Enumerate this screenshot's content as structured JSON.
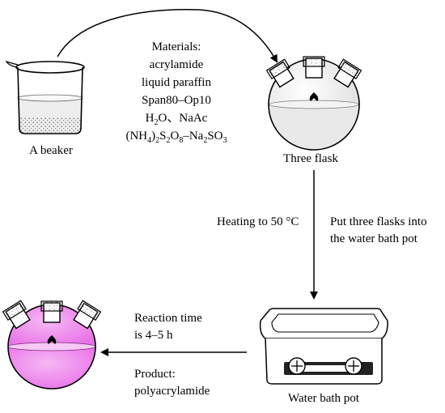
{
  "materials": {
    "title": "Materials:",
    "items": [
      "acrylamide",
      "liquid paraffin",
      "Span80–Op10"
    ],
    "water_salt": {
      "h": "H",
      "sub2": "2",
      "o": "O",
      "sep": "、",
      "naac": "NaAc"
    },
    "initiator": {
      "open": "(NH",
      "sub4": "4",
      "close": ")",
      "sub2a": "2",
      "s": "S",
      "sub2b": "2",
      "o": "O",
      "sub8": "8",
      "dash": "–Na",
      "sub2c": "2",
      "so": "SO",
      "sub3": "3"
    }
  },
  "labels": {
    "beaker": "A beaker",
    "three_flask": "Three flask",
    "heating": "Heating to 50 °C",
    "put_line1": "Put three flasks into",
    "put_line2": "the water bath pot",
    "water_bath": "Water bath pot",
    "reaction_line1": "Reaction time",
    "reaction_line2": "is 4–5 h",
    "product_line1": "Product:",
    "product_line2": "polyacrylamide"
  },
  "colors": {
    "product_fill": "#e86ee8",
    "product_fill_light": "#f6b8f4",
    "liquid": "#eeeeee",
    "line": "#000000"
  },
  "icons": {
    "beaker": "beaker-icon",
    "three_neck_flask": "three-neck-flask-icon",
    "water_bath": "water-bath-pot-icon",
    "product_flask": "product-flask-icon"
  }
}
